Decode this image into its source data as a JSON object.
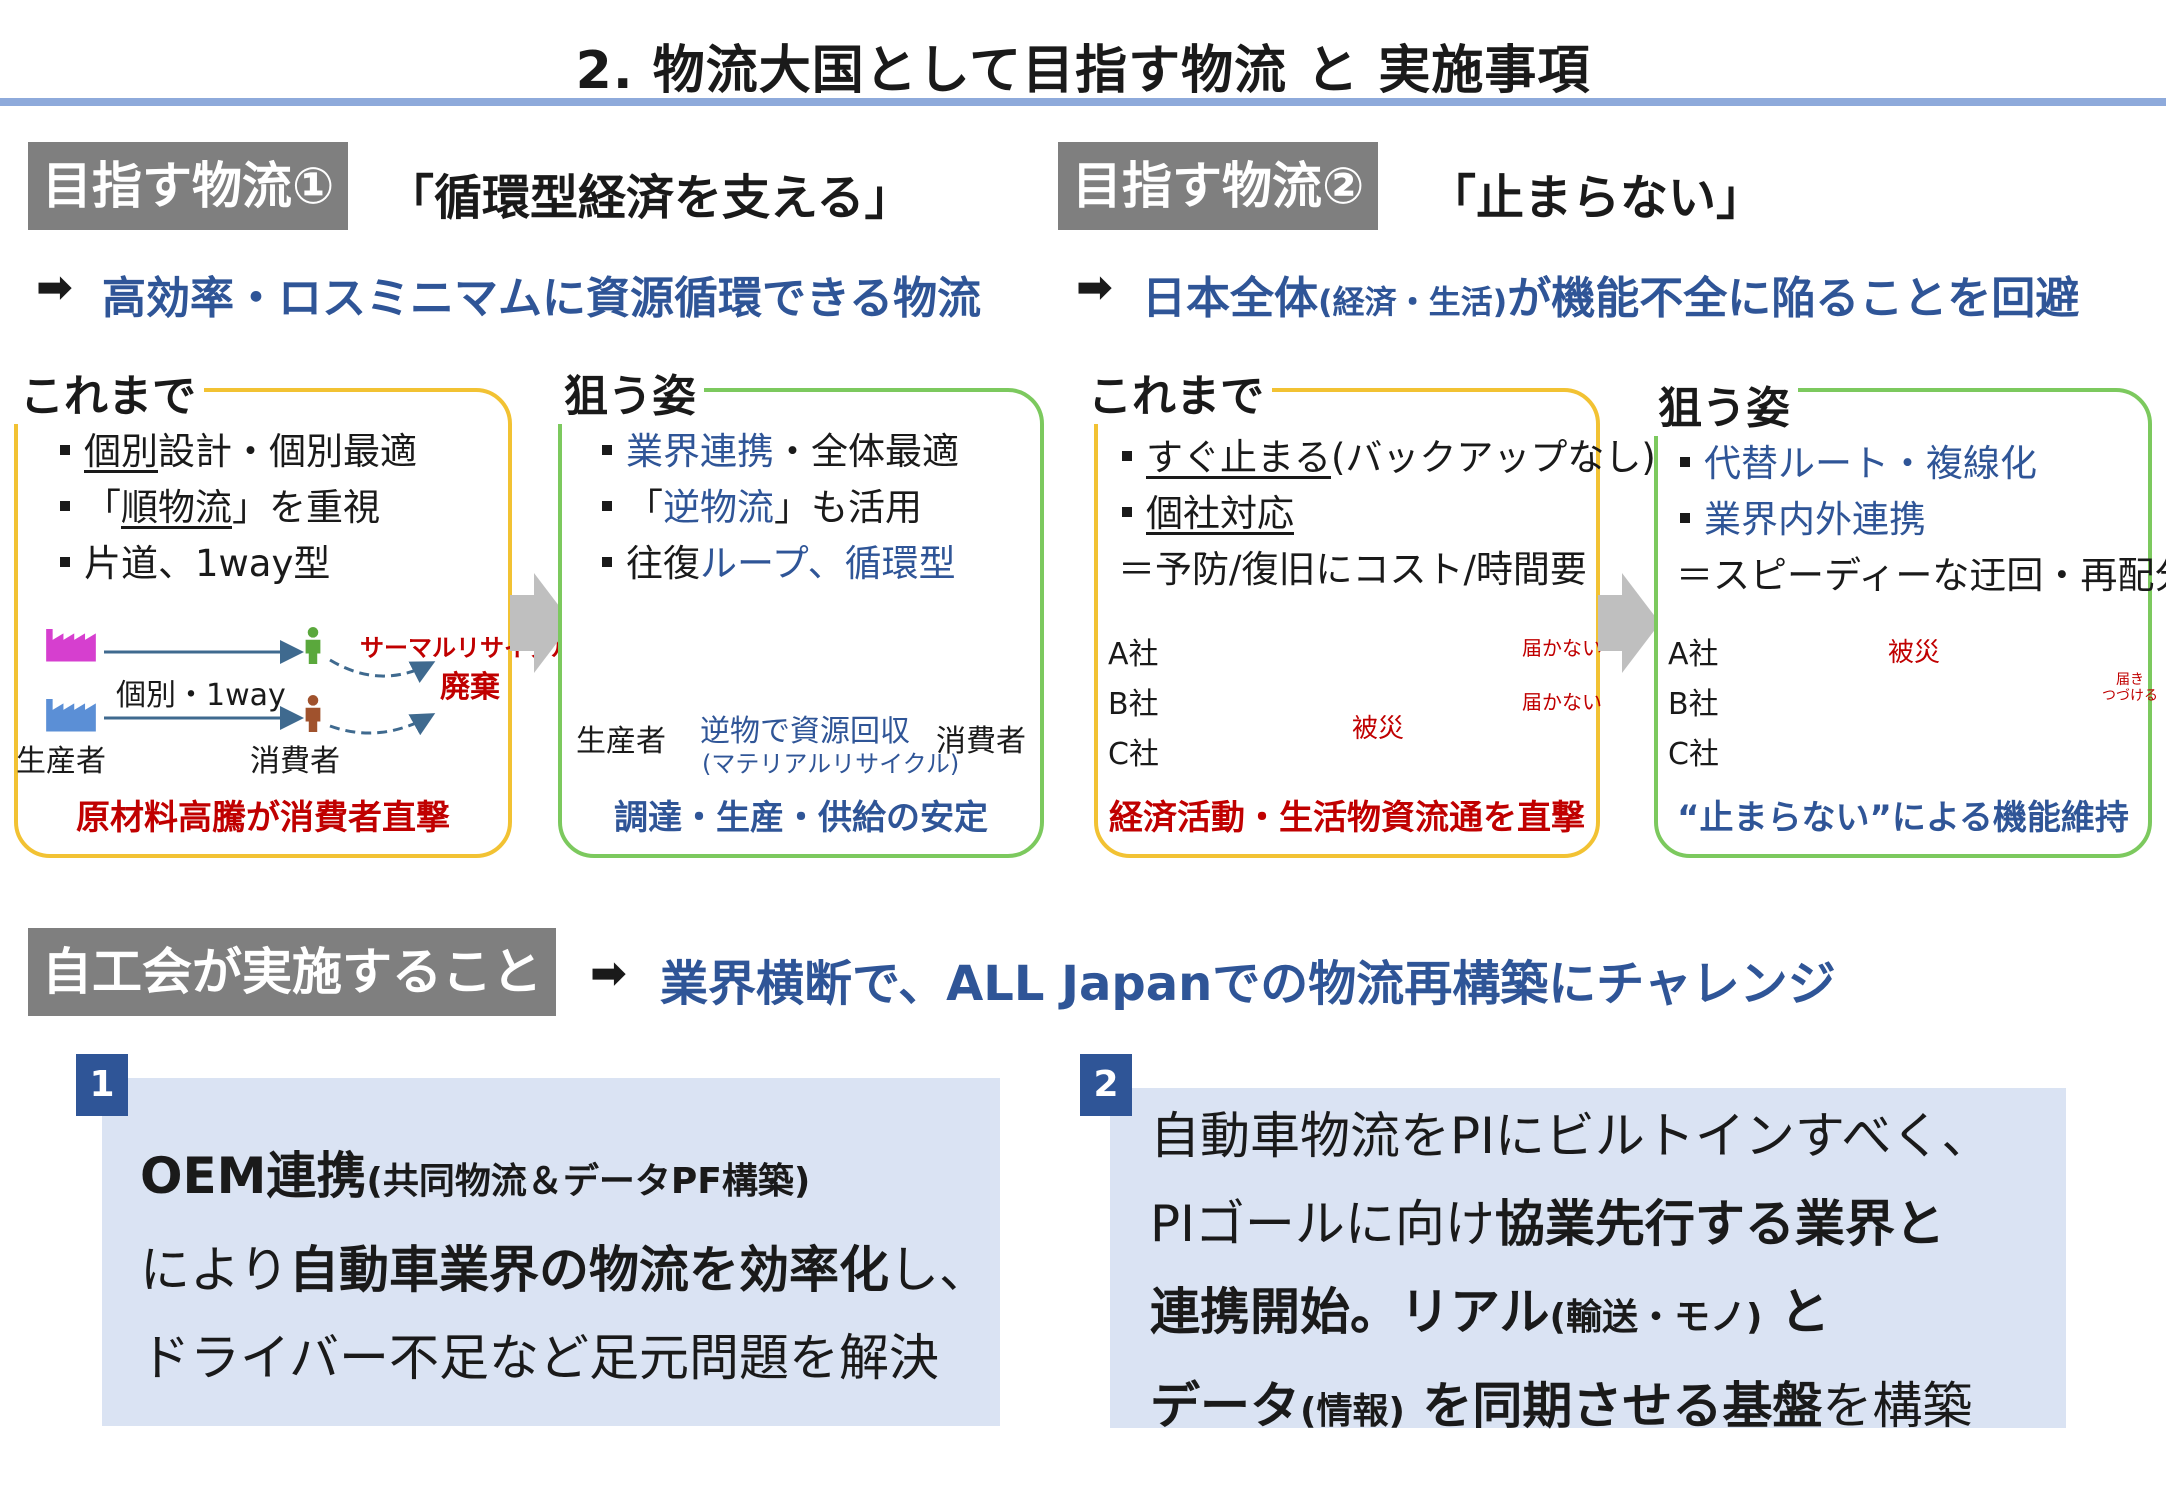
{
  "title": "2. 物流大国として目指す物流 と 実施事項",
  "goal1": {
    "tag": "目指す物流①",
    "quote": "「循環型経済を支える」",
    "arrow": "➡",
    "desc": "高効率・ロスミニマムに資源循環できる物流",
    "before": {
      "label": "これまで",
      "bullets": [
        {
          "u": "個別",
          "rest": "設計・個別最適"
        },
        {
          "pre": "「",
          "u": "順物流",
          "rest": "」を重視"
        },
        {
          "rest": "片道、1way型"
        }
      ],
      "diagram": {
        "producer": "生産者",
        "consumer": "消費者",
        "route": "個別・1way",
        "thermal": "サーマルリサイクル",
        "waste": "廃棄"
      },
      "caption": "原材料高騰が消費者直撃"
    },
    "target": {
      "label": "狙う姿",
      "bullets": [
        {
          "blue": "業界連携",
          "rest": "・全体最適"
        },
        {
          "pre": "「",
          "blue": "逆物流",
          "rest": "」も活用"
        },
        {
          "pre": "往復",
          "blue": "ループ、循環型"
        }
      ],
      "diagram": {
        "producer": "生産者",
        "consumer": "消費者",
        "reverse": "逆物で資源回収",
        "material": "(マテリアルリサイクル)"
      },
      "caption": "調達・生産・供給の安定"
    }
  },
  "goal2": {
    "tag": "目指す物流②",
    "quote": "「止まらない」",
    "arrow": "➡",
    "desc_a": "日本全体",
    "desc_b": "(経済・生活)",
    "desc_c": "が機能不全に陥ることを回避",
    "before": {
      "label": "これまで",
      "bullets": [
        {
          "u": "すぐ止まる",
          "rest": "(バックアップなし)"
        },
        {
          "u": "個社対応",
          "rest": ""
        }
      ],
      "note": "＝予防/復旧にコスト/時間要",
      "diagram": {
        "companies": [
          "A社",
          "B社",
          "C社"
        ],
        "not_delivered": "届かない",
        "disaster": "被災"
      },
      "caption": "経済活動・生活物資流通を直撃"
    },
    "target": {
      "label": "狙う姿",
      "bullets": [
        {
          "blue": "代替ルート・複線化"
        },
        {
          "blue": "業界内外連携"
        }
      ],
      "note": "＝スピーディーな迂回・再配分",
      "diagram": {
        "companies": [
          "A社",
          "B社",
          "C社"
        ],
        "disaster": "被災",
        "delivered_1": "届き",
        "delivered_2": "つづける"
      },
      "caption": "“止まらない”による機能維持"
    }
  },
  "action": {
    "tag": "自工会が実施すること",
    "arrow": "➡",
    "desc": "業界横断で、ALL Japanでの物流再構築にチャレンジ"
  },
  "item1": {
    "num": "1",
    "l1_b": "OEM連携",
    "l1_s": "(共同物流＆データPF構築)",
    "l2_a": "により",
    "l2_b": "自動車業界の物流を効率化",
    "l2_c": "し、",
    "l3": "ドライバー不足など足元問題を解決"
  },
  "item2": {
    "num": "2",
    "l1": "自動車物流をPIにビルトインすべく、",
    "l2_a": "PIゴールに向け",
    "l2_b": "協業先行する業界と",
    "l3_b": "連携開始。リアル",
    "l3_s": "(輸送・モノ)",
    "l3_c": " と",
    "l4_b": "データ",
    "l4_s": "(情報)",
    "l4_c": " を同期させる基盤",
    "l4_d": "を構築"
  },
  "colors": {
    "accent_blue": "#2f5597",
    "rule": "#8eaadb",
    "tag_gray": "#7f7f7f",
    "panel_yellow": "#f2c233",
    "panel_green": "#7cc95e",
    "alert_red": "#c00000",
    "box_bg": "#dae3f3",
    "factory_pink": "#d63fcf",
    "factory_blue": "#5b8fd6",
    "factory_green": "#4e7a2c",
    "factory_gray": "#9a9a9a",
    "factory_lightgreen": "#a6d87a"
  }
}
